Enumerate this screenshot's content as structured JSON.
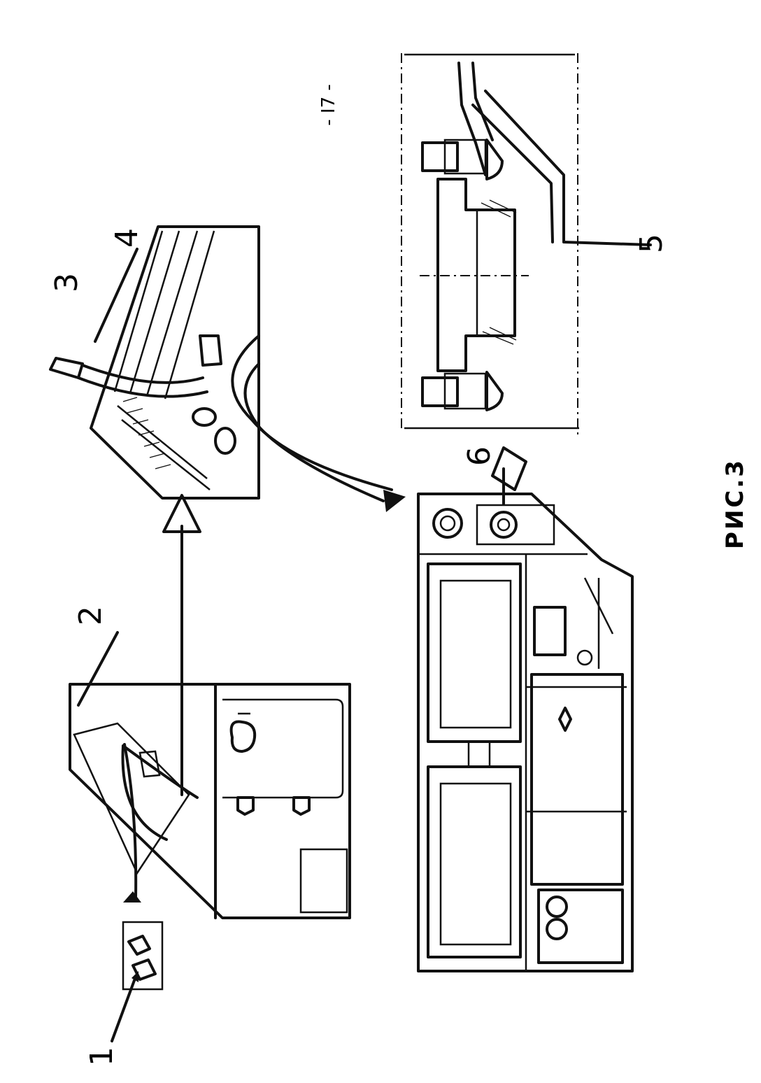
{
  "page_number": "- I7 -",
  "figure_caption": "РИС.3",
  "callouts": [
    "1",
    "2",
    "3",
    "4",
    "5",
    "6"
  ],
  "icons": {
    "arrow": "arrow-icon"
  }
}
